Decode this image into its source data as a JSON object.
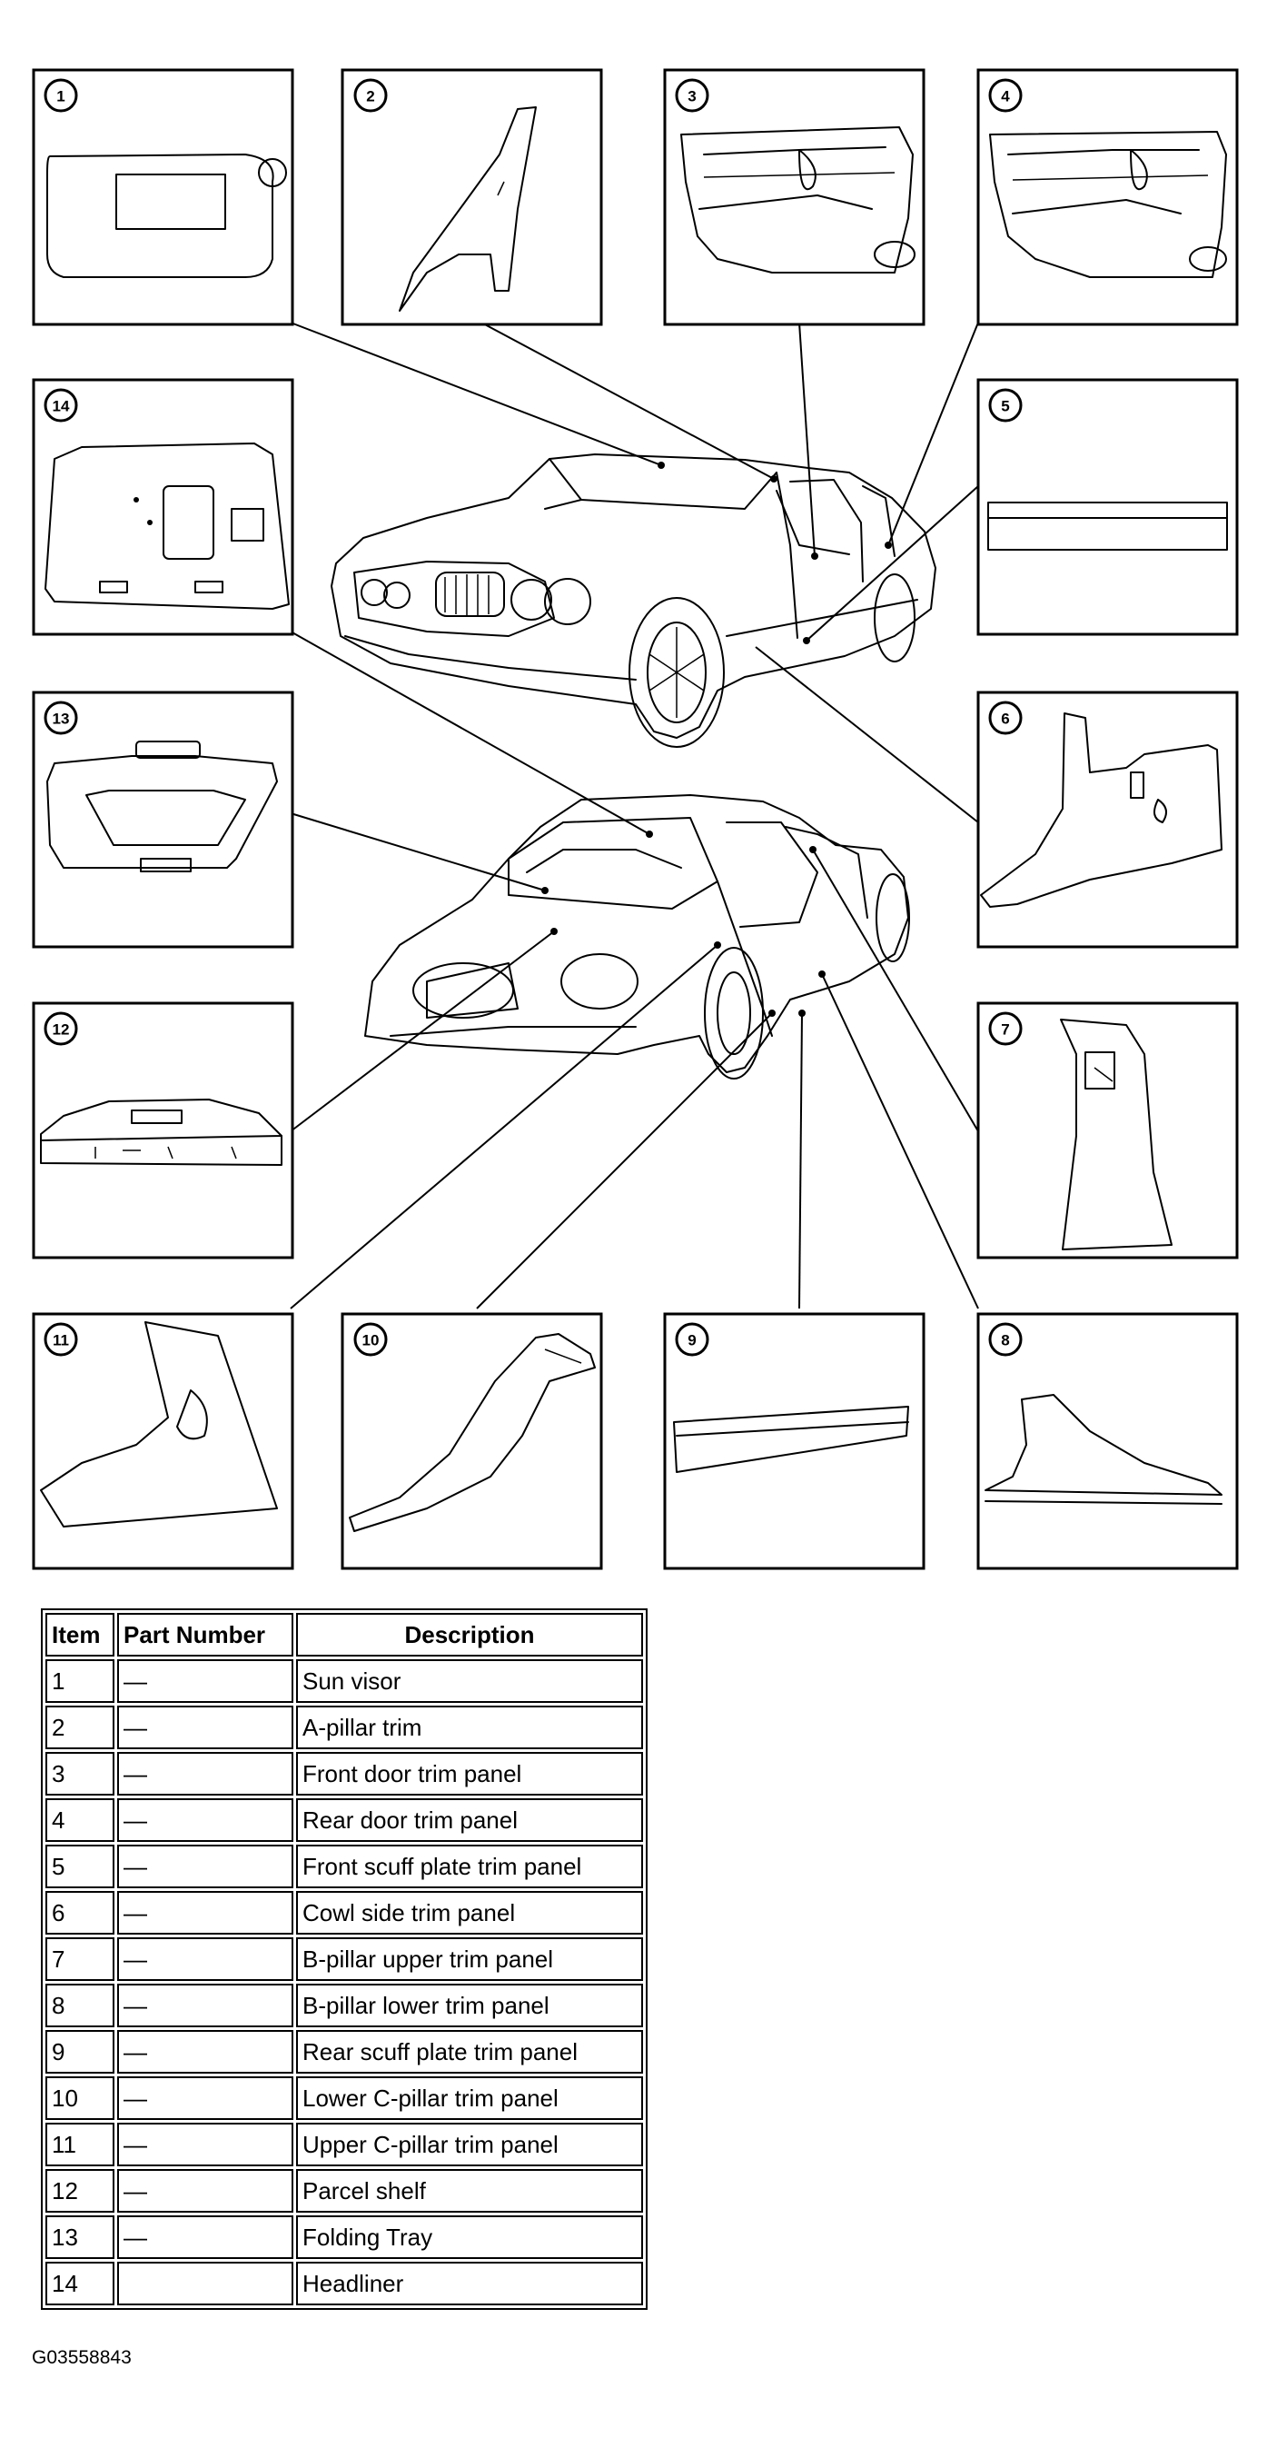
{
  "table": {
    "headers": [
      "Item",
      "Part Number",
      "Description"
    ],
    "rows": [
      {
        "item": "1",
        "part_number": "—",
        "description": "Sun visor"
      },
      {
        "item": "2",
        "part_number": "—",
        "description": "A-pillar trim"
      },
      {
        "item": "3",
        "part_number": "—",
        "description": "Front door trim panel"
      },
      {
        "item": "4",
        "part_number": "—",
        "description": "Rear door trim panel"
      },
      {
        "item": "5",
        "part_number": "—",
        "description": "Front scuff plate trim panel"
      },
      {
        "item": "6",
        "part_number": "—",
        "description": "Cowl side trim panel"
      },
      {
        "item": "7",
        "part_number": "—",
        "description": "B-pillar upper trim panel"
      },
      {
        "item": "8",
        "part_number": "—",
        "description": "B-pillar lower trim panel"
      },
      {
        "item": "9",
        "part_number": "—",
        "description": "Rear scuff plate trim panel"
      },
      {
        "item": "10",
        "part_number": "—",
        "description": "Lower C-pillar trim panel"
      },
      {
        "item": "11",
        "part_number": "—",
        "description": "Upper C-pillar trim panel"
      },
      {
        "item": "12",
        "part_number": "—",
        "description": "Parcel shelf"
      },
      {
        "item": "13",
        "part_number": "—",
        "description": "Folding Tray"
      },
      {
        "item": "14",
        "part_number": "",
        "description": "Headliner"
      }
    ]
  },
  "callouts": [
    "1",
    "2",
    "3",
    "4",
    "5",
    "6",
    "7",
    "8",
    "9",
    "10",
    "11",
    "12",
    "13",
    "14"
  ],
  "figure_id": "G03558843"
}
